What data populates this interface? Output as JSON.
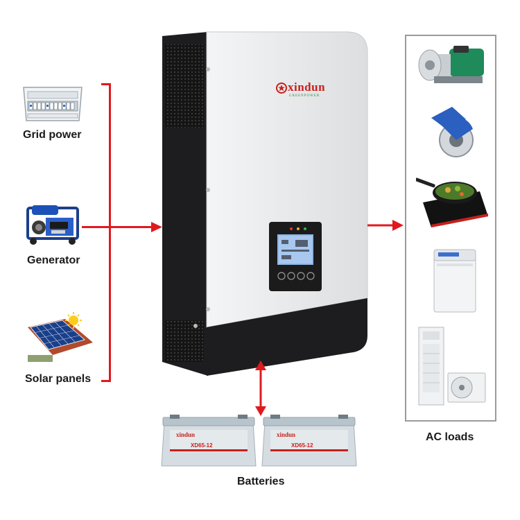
{
  "inputs": {
    "grid_power": "Grid power",
    "generator": "Generator",
    "solar_panels": "Solar panels"
  },
  "inverter": {
    "brand": "xindun",
    "brand_sub": "GREENPOWER"
  },
  "batteries": {
    "label": "Batteries",
    "model": "XD65-12",
    "brand": "xindun"
  },
  "outputs": {
    "label": "AC loads"
  },
  "colors": {
    "arrow": "#e0191f",
    "inverter_body": "#e9eaec",
    "inverter_dark": "#1d1d1f",
    "battery_case": "#d6dde2",
    "battery_lid": "#b8c4cc"
  },
  "icons": [
    "breaker-panel-icon",
    "generator-icon",
    "solar-panel-icon",
    "water-pump-icon",
    "circular-saw-icon",
    "induction-cooker-icon",
    "washing-machine-icon",
    "air-conditioner-icon",
    "battery-icon"
  ]
}
